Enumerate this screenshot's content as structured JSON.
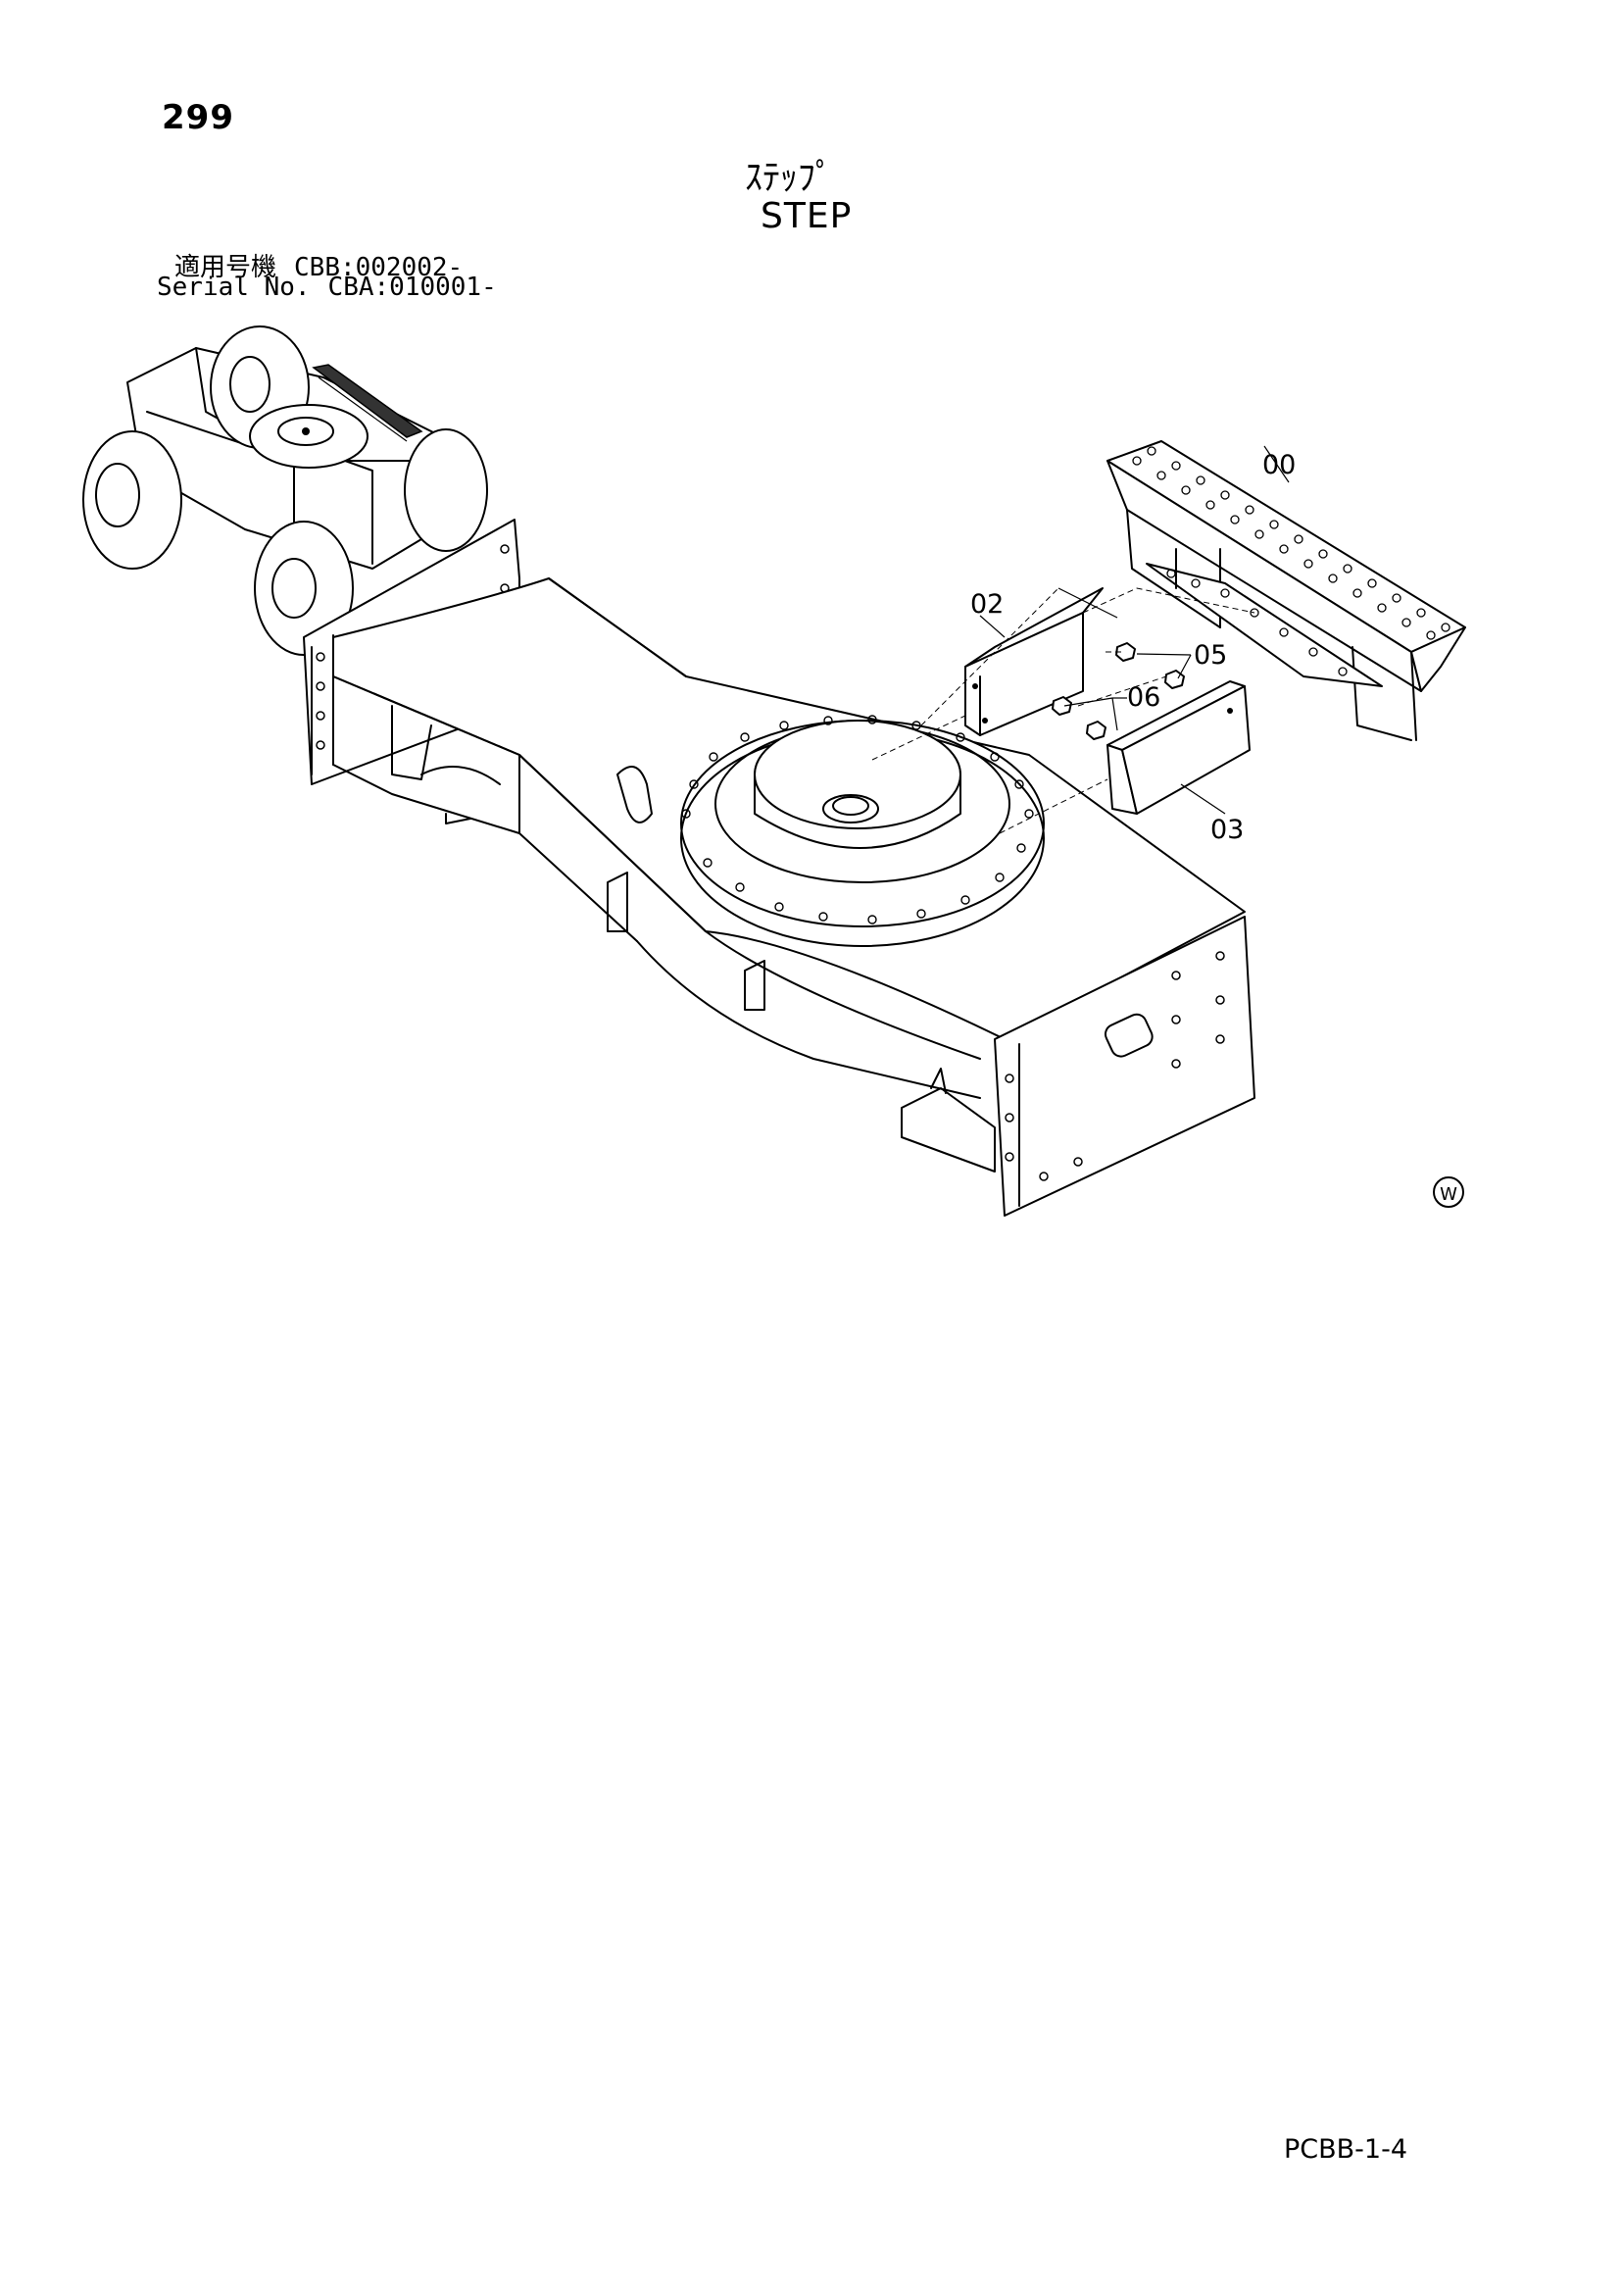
{
  "header": {
    "page_number": "299",
    "title_ja": "ｽﾃｯﾌﾟ",
    "title_en": "STEP"
  },
  "serial": {
    "row1_label": "適用号機",
    "row1_value": "CBB:002002-",
    "row2_label": "Serial No.",
    "row2_value": "CBA:010001-"
  },
  "callouts": {
    "c00": "00",
    "c02": "02",
    "c03": "03",
    "c05": "05",
    "c06": "06"
  },
  "footer": {
    "doc_code": "PCBB-1-4"
  },
  "symbols": {
    "w_mark": "W"
  }
}
